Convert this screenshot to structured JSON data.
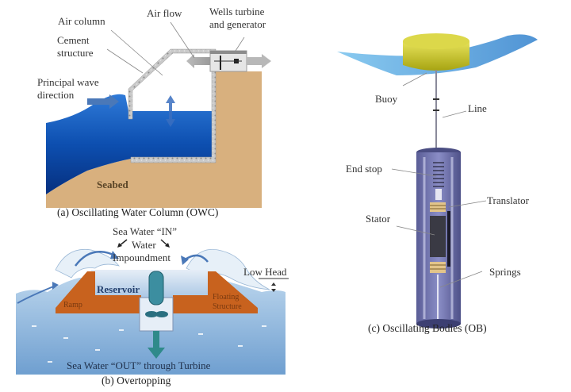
{
  "figure": {
    "panels": [
      {
        "id": "a",
        "caption": "(a) Oscillating Water Column (OWC)",
        "labels": {
          "air_column": "Air column",
          "air_flow": "Air flow",
          "wells_turbine_1": "Wells turbine",
          "wells_turbine_2": "and generator",
          "cement_1": "Cement",
          "cement_2": "structure",
          "wave_1": "Principal wave",
          "wave_2": "direction",
          "seabed": "Seabed"
        }
      },
      {
        "id": "b",
        "caption": "(b) Overtopping",
        "labels": {
          "sea_in": "Sea Water “IN”",
          "water": "Water",
          "impoundment": "Impoundment",
          "low_head": "Low Head",
          "reservoir": "Reservoir",
          "ramp": "Ramp",
          "floating_1": "Floating",
          "floating_2": "Structure",
          "sea_out": "Sea Water “OUT” through Turbine"
        }
      },
      {
        "id": "c",
        "caption": "(c) Oscillating Bodies (OB)",
        "labels": {
          "buoy": "Buoy",
          "line": "Line",
          "end_stop": "End stop",
          "translator": "Translator",
          "stator": "Stator",
          "springs": "Springs"
        }
      }
    ],
    "colors": {
      "water_deep": "#0a3f9c",
      "water_light": "#2f7ad8",
      "sand": "#d8b07e",
      "concrete": "#bdbdbd",
      "ramp_orange": "#c8621e",
      "sea_light": "#8fb8dc",
      "buoy_yellow": "#c8c21a",
      "cylinder_purple": "#6c6fa8"
    }
  }
}
